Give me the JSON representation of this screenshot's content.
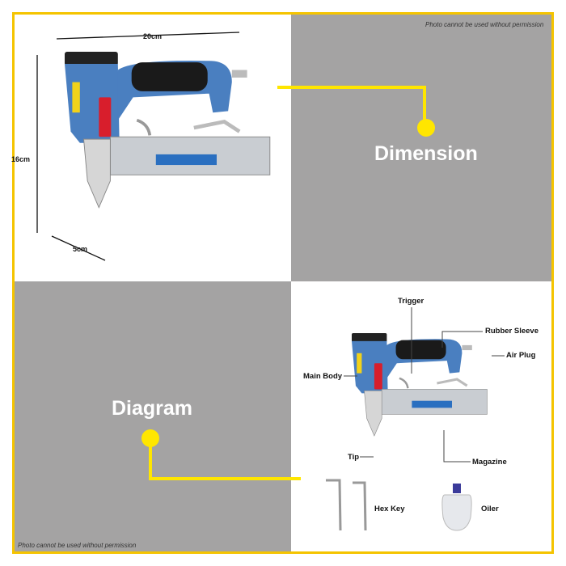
{
  "watermark": "Photo cannot be used without permission",
  "dimension": {
    "title": "Dimension",
    "width": "20cm",
    "height": "16cm",
    "depth": "5cm"
  },
  "diagram": {
    "title": "Diagram",
    "labels": {
      "trigger": "Trigger",
      "rubber_sleeve": "Rubber Sleeve",
      "air_plug": "Air Plug",
      "main_body": "Main Body",
      "tip": "Tip",
      "magazine": "Magazine",
      "hex_key": "Hex Key",
      "oiler": "Oiler"
    }
  },
  "colors": {
    "accent": "#f5c400",
    "callout": "#ffe600",
    "grey": "#a4a3a3",
    "tool_blue": "#4a7fc0"
  }
}
